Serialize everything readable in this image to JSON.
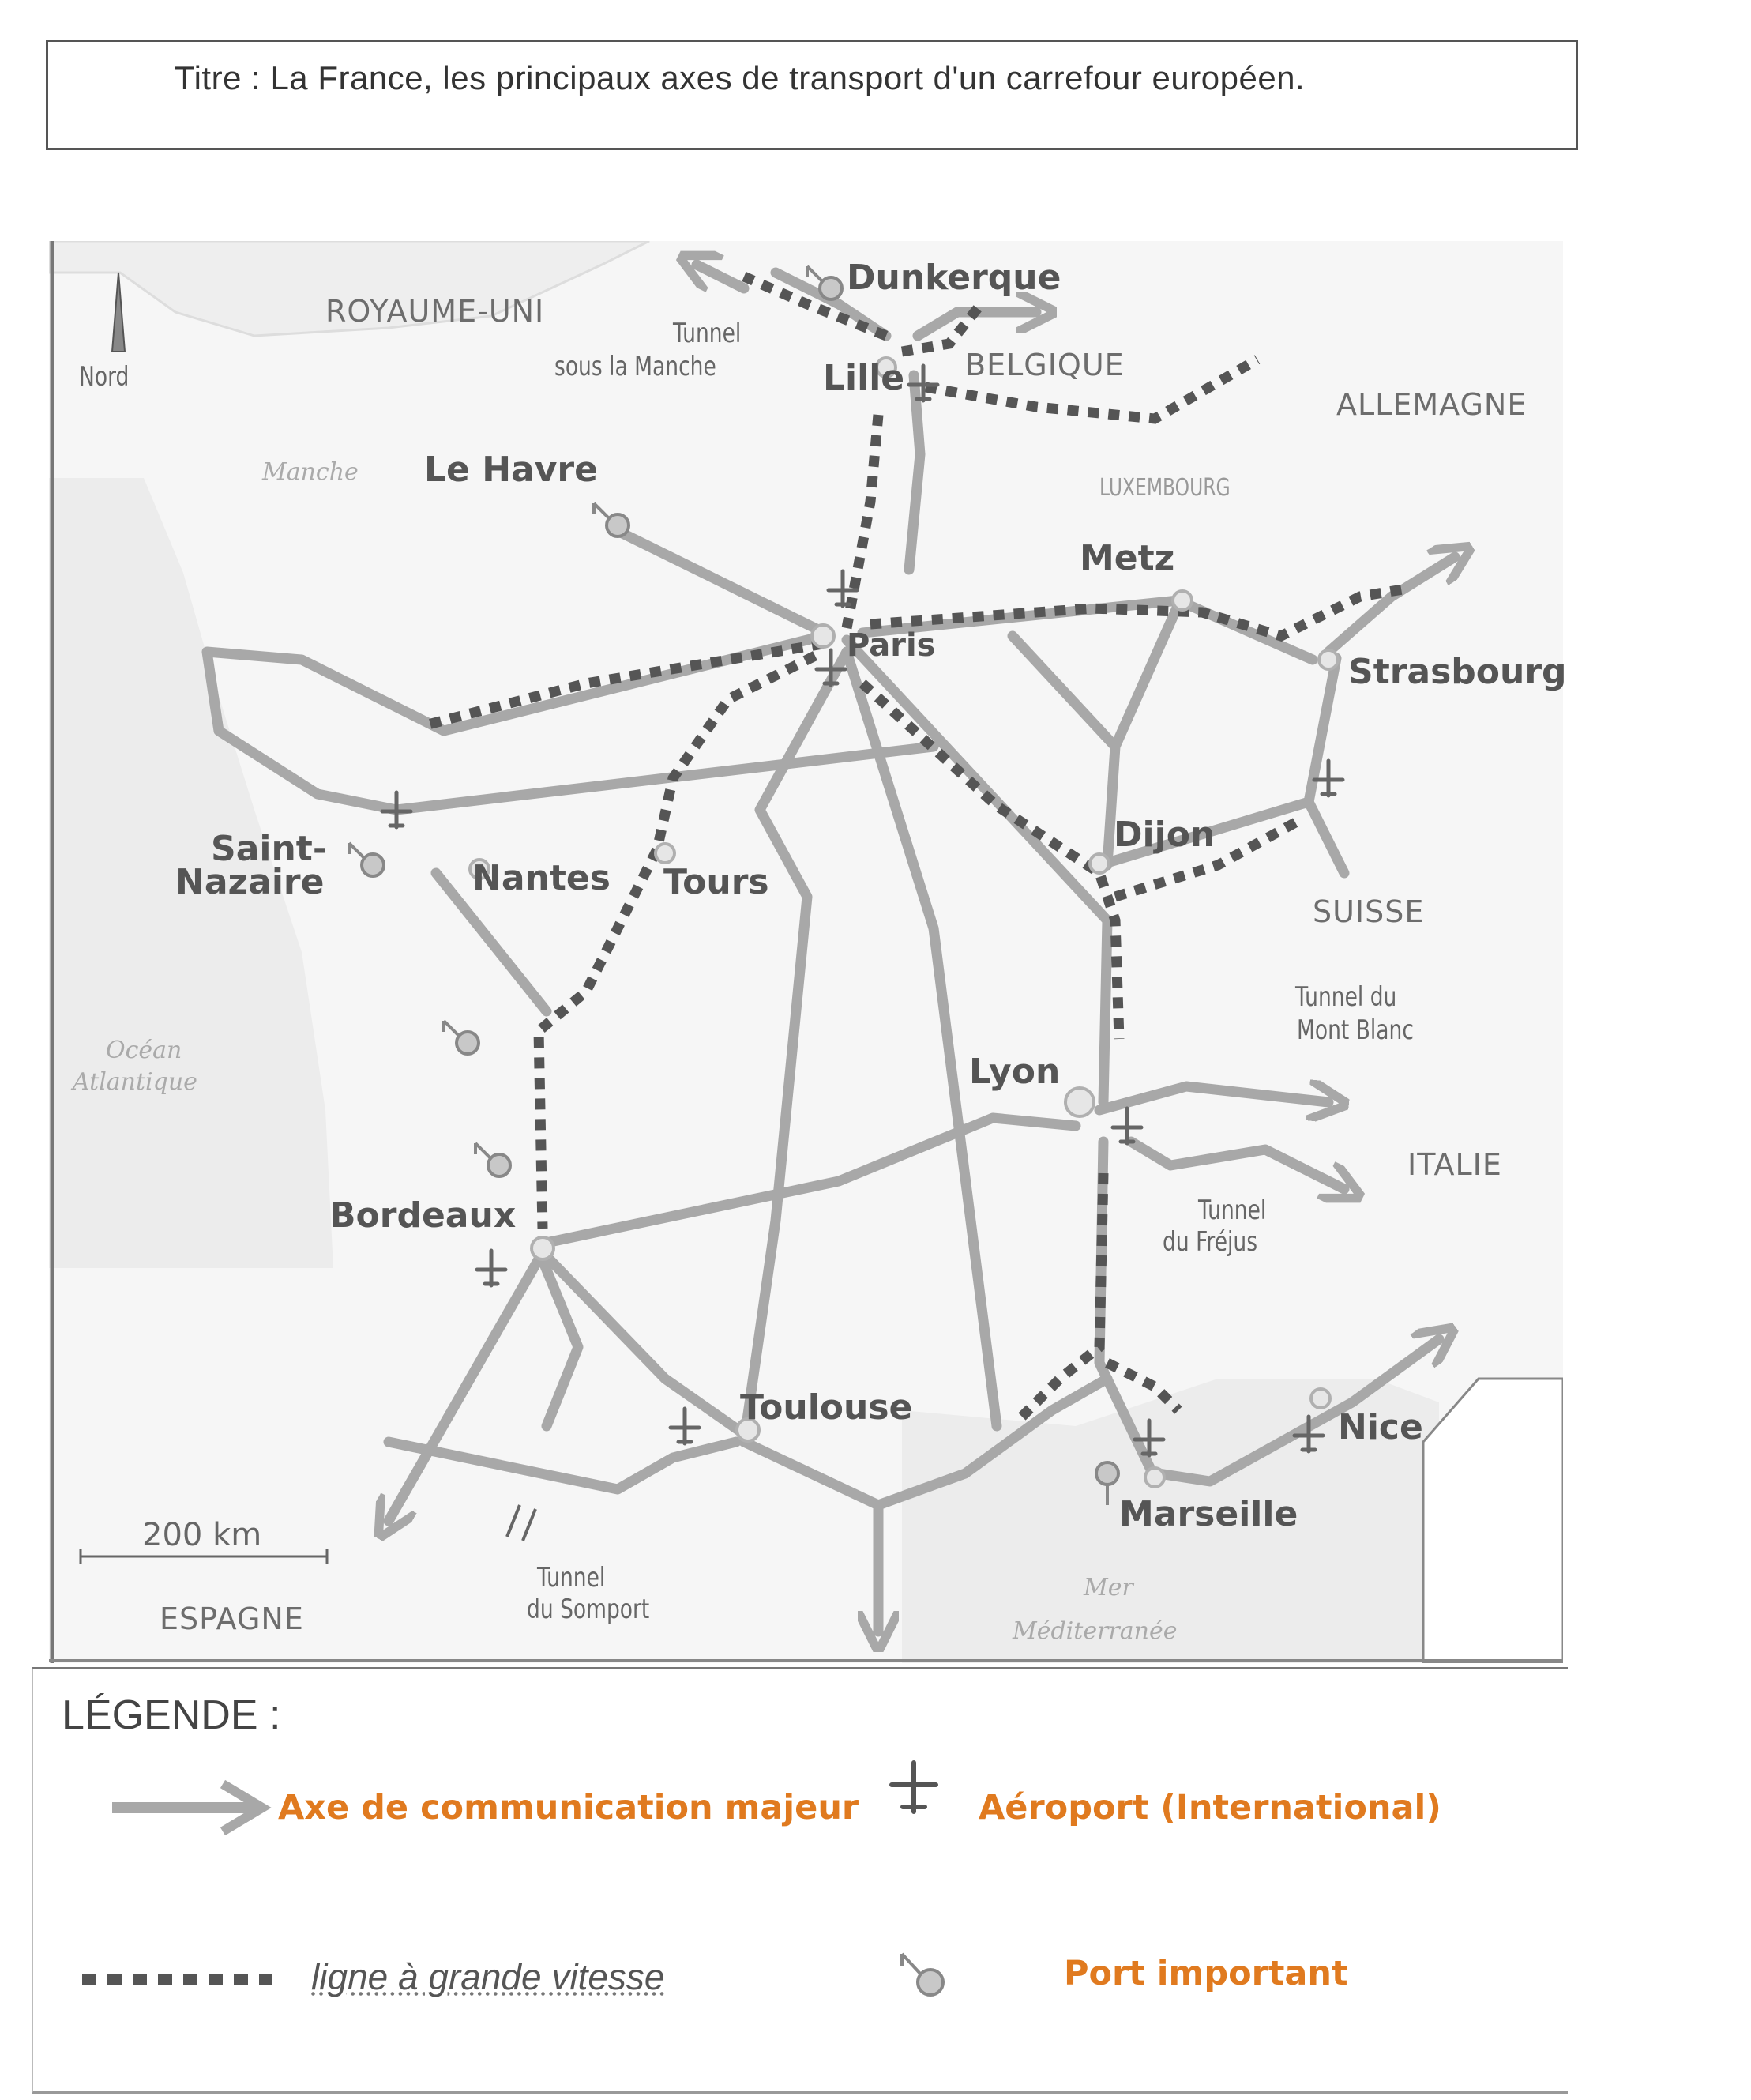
{
  "header": {
    "title": "Titre : La France, les principaux axes de transport d'un carrefour européen."
  },
  "map": {
    "north_label": "Nord",
    "scale_label": "200 km",
    "countries": {
      "uk": "ROYAUME-UNI",
      "belgium": "BELGIQUE",
      "germany": "ALLEMAGNE",
      "luxembourg": "LUXEMBOURG",
      "switzerland": "SUISSE",
      "italy": "ITALIE",
      "spain": "ESPAGNE"
    },
    "seas": {
      "manche": "Manche",
      "ocean_line1": "Océan",
      "ocean_line2": "Atlantique",
      "mer_line1": "Mer",
      "mer_line2": "Méditerranée"
    },
    "cities": {
      "dunkerque": "Dunkerque",
      "lille": "Lille",
      "le_havre": "Le Havre",
      "metz": "Metz",
      "paris": "Paris",
      "strasbourg": "Strasbourg",
      "saint_nazaire_line1": "Saint-",
      "saint_nazaire_line2": "Nazaire",
      "nantes": "Nantes",
      "tours": "Tours",
      "dijon": "Dijon",
      "lyon": "Lyon",
      "bordeaux": "Bordeaux",
      "toulouse": "Toulouse",
      "nice": "Nice",
      "marseille": "Marseille"
    },
    "tunnels": {
      "manche_line1": "Tunnel",
      "manche_line2": "sous la Manche",
      "mont_blanc_line1": "Tunnel du",
      "mont_blanc_line2": "Mont Blanc",
      "frejus_line1": "Tunnel",
      "frejus_line2": "du Fréjus",
      "somport_line1": "Tunnel",
      "somport_line2": "du Somport"
    },
    "colors": {
      "road": "#a8a8a8",
      "tgv": "#555555",
      "land": "#f4f4f4",
      "coast": "#d8d8d8"
    }
  },
  "legend": {
    "title": "LÉGENDE :",
    "axe_label": "Axe de communication majeur",
    "airport_label": "Aéroport (International)",
    "tgv_label": "ligne à grande vitesse",
    "port_label": "Port important",
    "accent_color": "#e07a1f"
  }
}
